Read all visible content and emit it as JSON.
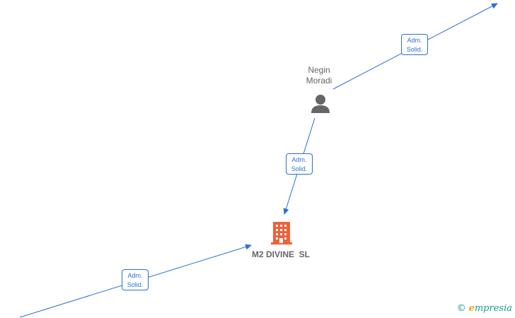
{
  "nodes": {
    "person": {
      "line1": "Negin",
      "line2": "Moradi"
    },
    "company": {
      "name": "M2 DIVINE  SL"
    }
  },
  "edges": [
    {
      "line1": "Adm.",
      "line2": "Solid."
    },
    {
      "line1": "Adm.",
      "line2": "Solid."
    },
    {
      "line1": "Adm.",
      "line2": "Solid."
    }
  ],
  "colors": {
    "edge": "#2e6fd0",
    "company_icon": "#f0603a",
    "person_icon": "#666666",
    "brand": "#1a9a8a"
  },
  "brand": {
    "copyright": "©",
    "initial": "e",
    "rest": "mpresia"
  }
}
